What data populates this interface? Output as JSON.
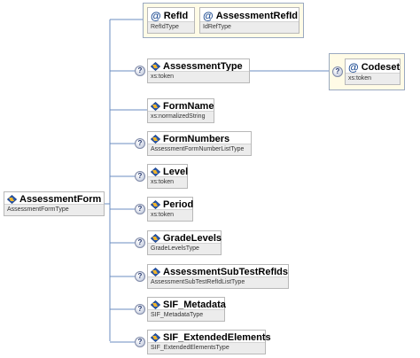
{
  "root": {
    "name": "AssessmentForm",
    "type": "AssessmentFormType"
  },
  "attributes": [
    {
      "name": "RefId",
      "type": "RefIdType"
    },
    {
      "name": "AssessmentRefId",
      "type": "IdRefType"
    }
  ],
  "children": [
    {
      "name": "AssessmentType",
      "type": "xs:token",
      "optional": true
    },
    {
      "name": "FormName",
      "type": "xs:normalizedString",
      "optional": false
    },
    {
      "name": "FormNumbers",
      "type": "AssessmentFormNumberListType",
      "optional": true
    },
    {
      "name": "Level",
      "type": "xs:token",
      "optional": true
    },
    {
      "name": "Period",
      "type": "xs:token",
      "optional": true
    },
    {
      "name": "GradeLevels",
      "type": "GradeLevelsType",
      "optional": true
    },
    {
      "name": "AssessmentSubTestRefIds",
      "type": "AssessmentSubTestRefIdListType",
      "optional": true
    },
    {
      "name": "SIF_Metadata",
      "type": "SIF_MetadataType",
      "optional": true
    },
    {
      "name": "SIF_ExtendedElements",
      "type": "SIF_ExtendedElementsType",
      "optional": true
    }
  ],
  "codeset": {
    "name": "Codeset",
    "type": "xs:token",
    "optional": true
  },
  "icons": {
    "element": "element-icon",
    "attribute": "attribute-at-icon",
    "optional": "optional-question-icon"
  },
  "colors": {
    "connector": "#6b8ec0",
    "node_border": "#b8b8b8",
    "type_band": "#ececec",
    "attribute_group": "#fffbe6"
  }
}
